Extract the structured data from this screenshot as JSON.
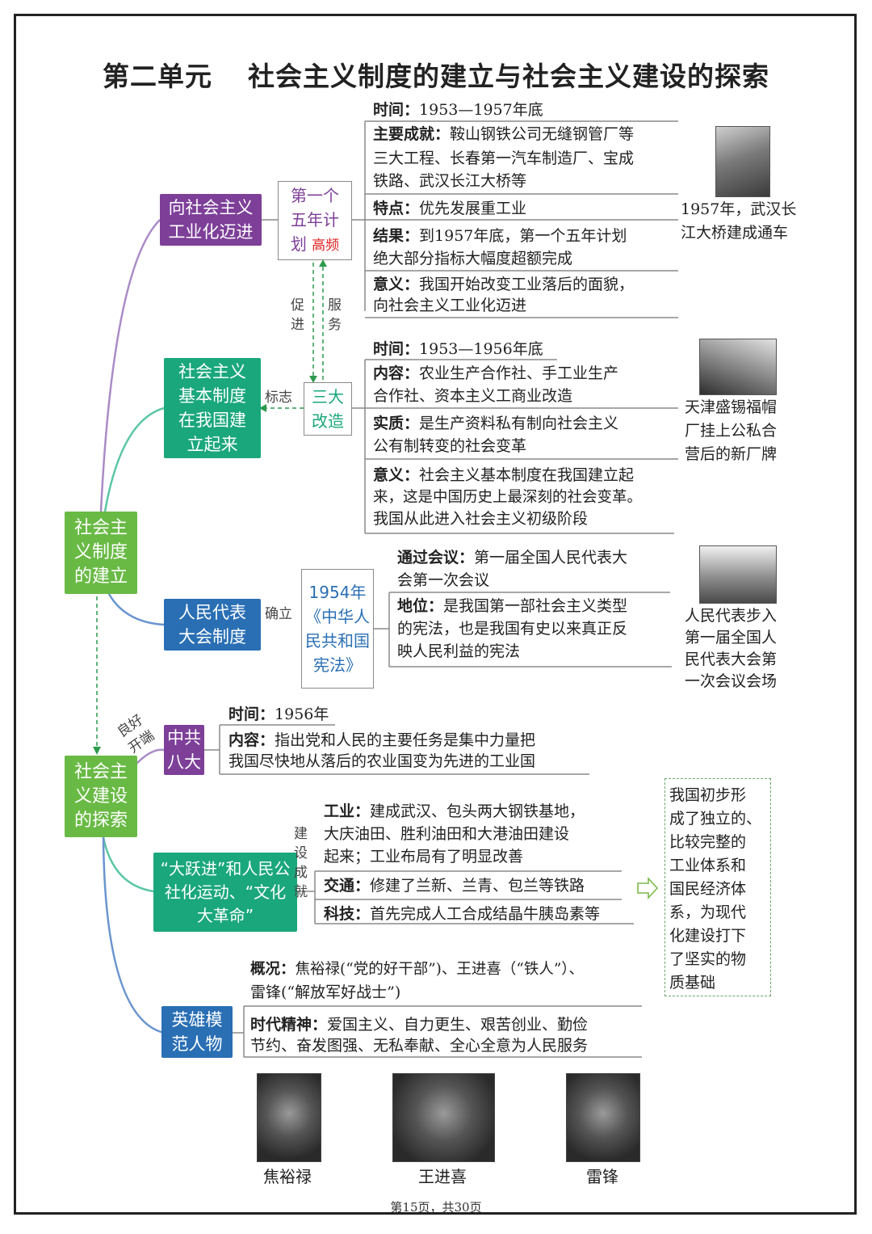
{
  "title": {
    "unit": "第二单元",
    "main": "社会主义制度的建立与社会主义建设的探索"
  },
  "root1": "社会主义制度的建立",
  "root2": "社会主义建设的探索",
  "branch": {
    "b1": "向社会主义工业化迈进",
    "b2": "社会主义基本制度在我国建立起来",
    "b3": "人民代表大会制度",
    "b4": "中共八大",
    "b5": "“大跃进”和人民公社化运动、“文化大革命”",
    "b6": "英雄模范人物"
  },
  "plan": {
    "label": "第一个五年计划",
    "tag": "高频"
  },
  "reform": "三大改造",
  "constitution": "1954年《中华人民共和国宪法》",
  "link": {
    "promote": "促进",
    "serve": "服务",
    "mark": "标志",
    "establish": "确立",
    "good_start": "良好开端",
    "built": "建设成就"
  },
  "s1": {
    "time_k": "时间：",
    "time_v": "1953—1957年底",
    "ach_k": "主要成就：",
    "ach_v1": "鞍山钢铁公司无缝钢管厂等",
    "ach_v2": "三大工程、长春第一汽车制造厂、宝成",
    "ach_v3": "铁路、武汉长江大桥等",
    "feat_k": "特点：",
    "feat_v": "优先发展重工业",
    "res_k": "结果：",
    "res_v1": "到1957年底，第一个五年计划",
    "res_v2": "绝大部分指标大幅度超额完成",
    "sig_k": "意义：",
    "sig_v1": "我国开始改变工业落后的面貌，",
    "sig_v2": "向社会主义工业化迈进"
  },
  "s2": {
    "time_k": "时间：",
    "time_v": "1953—1956年底",
    "con_k": "内容：",
    "con_v1": "农业生产合作社、手工业生产",
    "con_v2": "合作社、资本主义工商业改造",
    "ess_k": "实质：",
    "ess_v1": "是生产资料私有制向社会主义",
    "ess_v2": "公有制转变的社会变革",
    "sig_k": "意义：",
    "sig_v1": "社会主义基本制度在我国建立起",
    "sig_v2": "来，这是中国历史上最深刻的社会变革。",
    "sig_v3": "我国从此进入社会主义初级阶段"
  },
  "s3": {
    "meet_k": "通过会议：",
    "meet_v1": "第一届全国人民代表大",
    "meet_v2": "会第一次会议",
    "pos_k": "地位：",
    "pos_v1": "是我国第一部社会主义类型",
    "pos_v2": "的宪法，也是我国有史以来真正反",
    "pos_v3": "映人民利益的宪法"
  },
  "s4": {
    "time_k": "时间：",
    "time_v": "1956年",
    "con_k": "内容：",
    "con_v1": "指出党和人民的主要任务是集中力量把",
    "con_v2": "我国尽快地从落后的农业国变为先进的工业国"
  },
  "s5": {
    "ind_k": "工业：",
    "ind_v1": "建成武汉、包头两大钢铁基地，",
    "ind_v2": "大庆油田、胜利油田和大港油田建设",
    "ind_v3": "起来；工业布局有了明显改善",
    "tra_k": "交通：",
    "tra_v": "修建了兰新、兰青、包兰等铁路",
    "sci_k": "科技：",
    "sci_v": "首先完成人工合成结晶牛胰岛素等"
  },
  "conclusion": [
    "我国初步形",
    "成了独立的、",
    "比较完整的",
    "工业体系和",
    "国民经济体",
    "系，为现代",
    "化建设打下",
    "了坚实的物",
    "质基础"
  ],
  "s6": {
    "ov_k": "概况：",
    "ov_v1": "焦裕禄(“党的好干部”)、王进喜（“铁人”）、",
    "ov_v2": "雷锋(“解放军好战士”)",
    "sp_k": "时代精神：",
    "sp_v1": "爱国主义、自力更生、艰苦创业、勤俭",
    "sp_v2": "节约、奋发图强、无私奉献、全心全意为人民服务"
  },
  "captions": {
    "bridge": [
      "1957年，武汉长",
      "江大桥建成通车"
    ],
    "factory": [
      "天津盛锡福帽",
      "厂挂上公私合",
      "营后的新厂牌"
    ],
    "congress": [
      "人民代表步入",
      "第一届全国人",
      "民代表大会第",
      "一次会议会场"
    ]
  },
  "heroes": [
    "焦裕禄",
    "王进喜",
    "雷锋"
  ],
  "footer": "第15页，共30页"
}
